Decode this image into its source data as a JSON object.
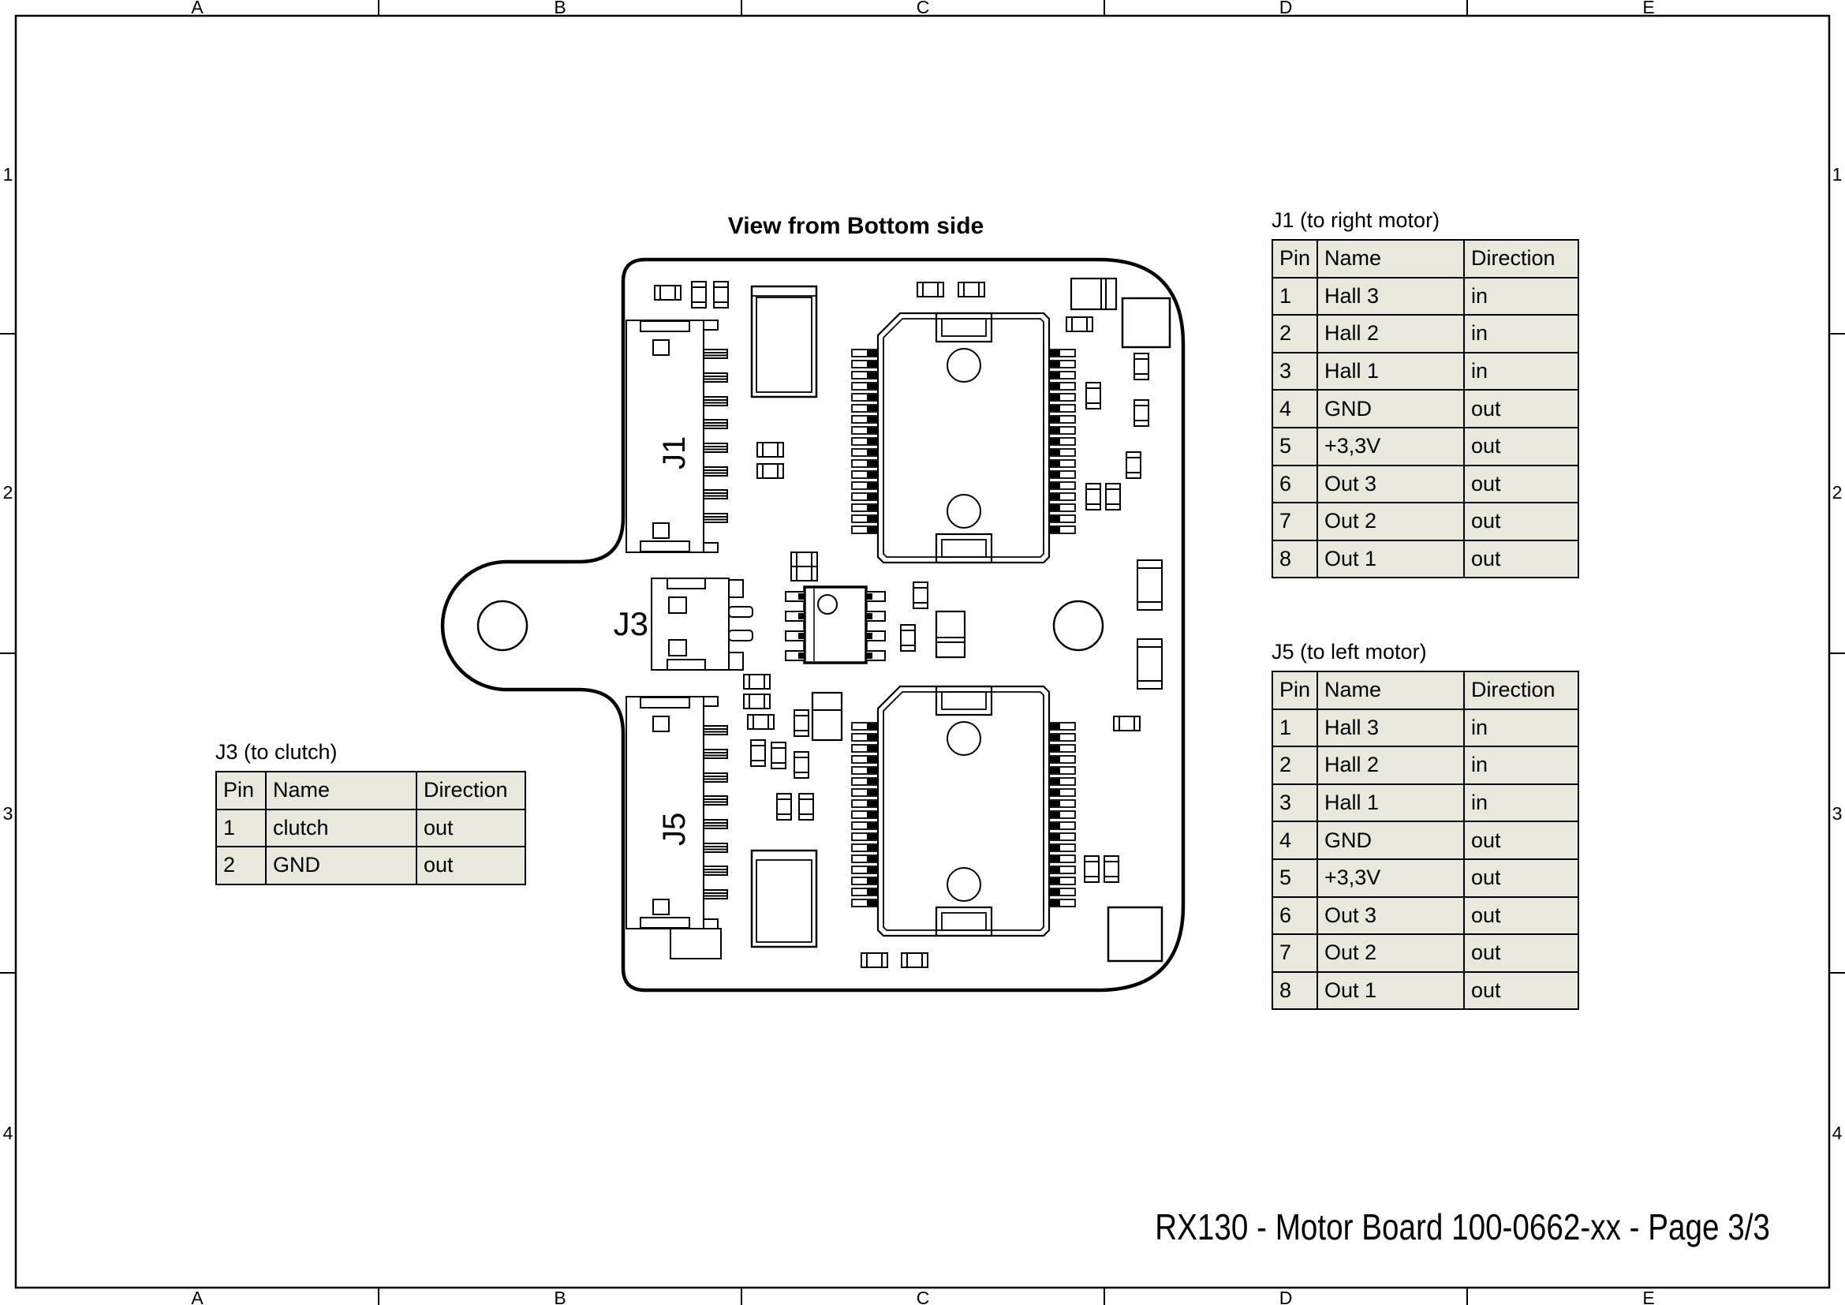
{
  "frame": {
    "columns": [
      "A",
      "B",
      "C",
      "D",
      "E"
    ],
    "rows": [
      "1",
      "2",
      "3",
      "4"
    ]
  },
  "drawing": {
    "title": "View from Bottom side",
    "connector_labels": {
      "j1": "J1",
      "j3": "J3",
      "j5": "J5"
    }
  },
  "tables": {
    "j1": {
      "title": "J1 (to right motor)",
      "headers": [
        "Pin",
        "Name",
        "Direction"
      ],
      "rows": [
        [
          "1",
          "Hall 3",
          "in"
        ],
        [
          "2",
          "Hall 2",
          "in"
        ],
        [
          "3",
          "Hall 1",
          "in"
        ],
        [
          "4",
          "GND",
          "out"
        ],
        [
          "5",
          "+3,3V",
          "out"
        ],
        [
          "6",
          "Out 3",
          "out"
        ],
        [
          "7",
          "Out 2",
          "out"
        ],
        [
          "8",
          "Out 1",
          "out"
        ]
      ]
    },
    "j5": {
      "title": "J5 (to left motor)",
      "headers": [
        "Pin",
        "Name",
        "Direction"
      ],
      "rows": [
        [
          "1",
          "Hall 3",
          "in"
        ],
        [
          "2",
          "Hall 2",
          "in"
        ],
        [
          "3",
          "Hall 1",
          "in"
        ],
        [
          "4",
          "GND",
          "out"
        ],
        [
          "5",
          "+3,3V",
          "out"
        ],
        [
          "6",
          "Out 3",
          "out"
        ],
        [
          "7",
          "Out 2",
          "out"
        ],
        [
          "8",
          "Out 1",
          "out"
        ]
      ]
    },
    "j3": {
      "title": "J3 (to clutch)",
      "headers": [
        "Pin",
        "Name",
        "Direction"
      ],
      "rows": [
        [
          "1",
          "clutch",
          "out"
        ],
        [
          "2",
          "GND",
          "out"
        ]
      ]
    }
  },
  "footer": {
    "doc_title": "RX130 - Motor Board 100-0662-xx - Page 3/3"
  },
  "colors": {
    "table_bg": "#e8e8dd",
    "line": "#000000"
  }
}
